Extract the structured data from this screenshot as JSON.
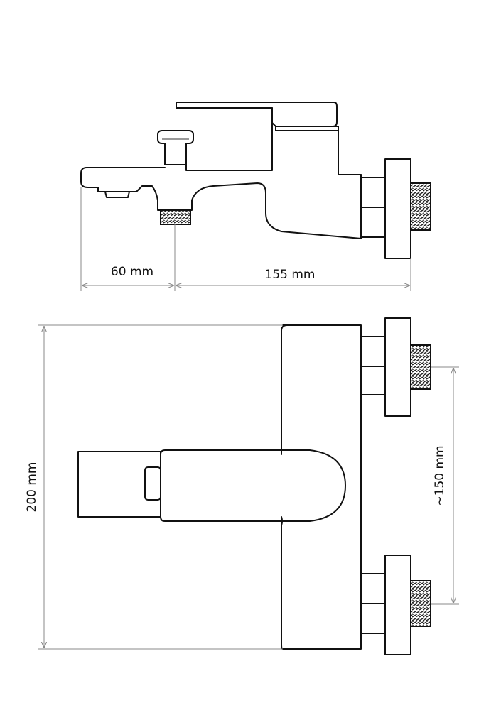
{
  "dimensions": {
    "spout_to_outlet": "60 mm",
    "outlet_to_wall": "155 mm",
    "total_width": "200 mm",
    "inlet_spacing": "~150 mm"
  },
  "colors": {
    "line": "#111111",
    "dimension_line": "#8a8a8a",
    "background": "#ffffff"
  }
}
